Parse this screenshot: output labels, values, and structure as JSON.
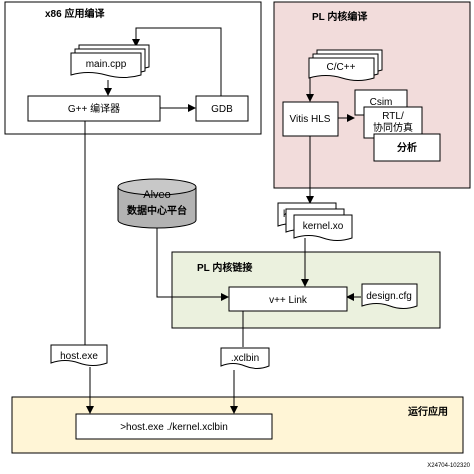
{
  "regions": {
    "x86": "x86 应用编译",
    "pl_compile": "PL 内核编译",
    "pl_link": "PL 内核链接",
    "run": "运行应用"
  },
  "nodes": {
    "main_cpp": "main.cpp",
    "gpp": "G++ 编译器",
    "gdb": "GDB",
    "c_cpp": "C/C++",
    "vitis_hls": "Vitis HLS",
    "csim": "Csim",
    "rtl_line1": "RTL/",
    "rtl_line2": "协同仿真",
    "analyze": "分析",
    "alveo_line1": "Alveo",
    "alveo_line2": "数据中心平台",
    "kernel_xo": "kernel.xo",
    "kernel_xo_back": "k",
    "vpp_link": "v++ Link",
    "design_cfg": "design.cfg",
    "host_exe": "host.exe",
    "xclbin": ".xclbin",
    "run_cmd": ">host.exe ./kernel.xclbin"
  },
  "figure_id": "X24704-102320"
}
